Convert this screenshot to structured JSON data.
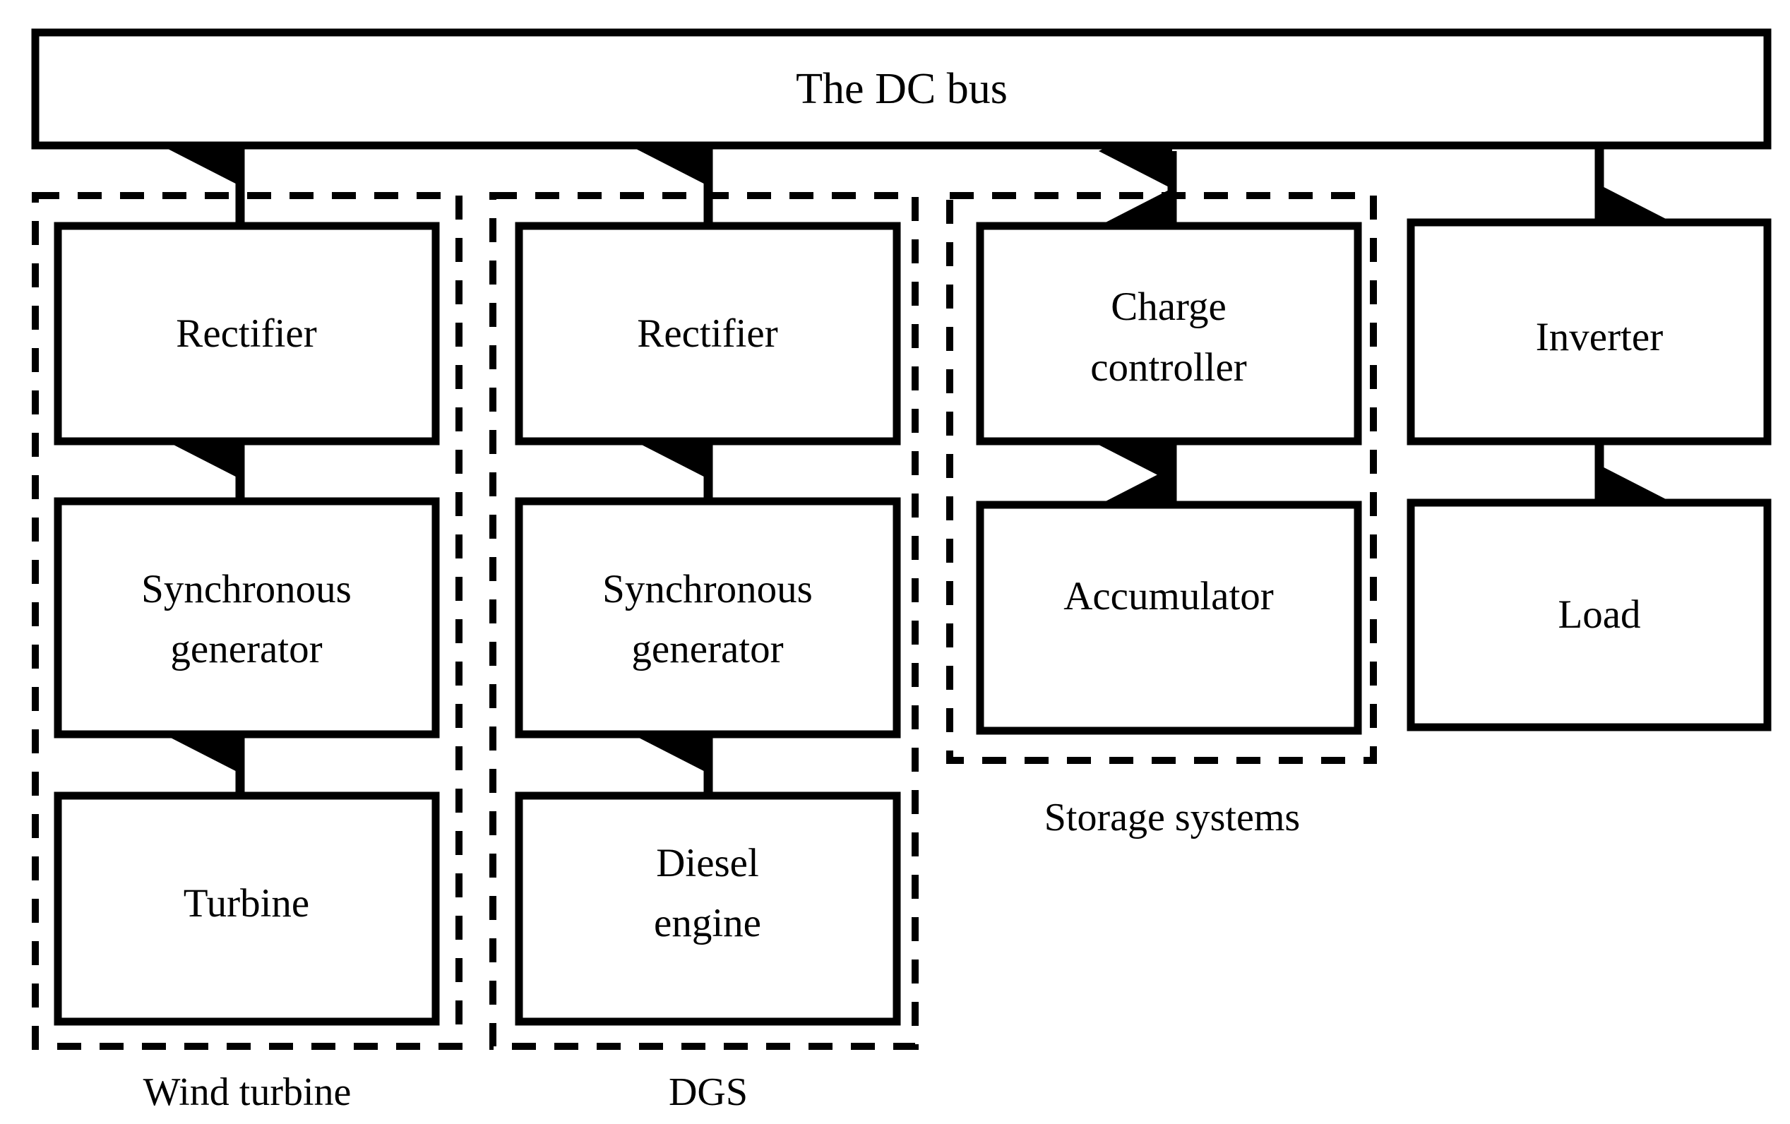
{
  "diagram": {
    "title_box": {
      "label": "The DC bus"
    },
    "blocks": [
      {
        "id": "rectifier-wind",
        "label": "Rectifier"
      },
      {
        "id": "sync-gen-wind",
        "label_line1": "Synchronous",
        "label_line2": "generator"
      },
      {
        "id": "turbine",
        "label": "Turbine"
      },
      {
        "id": "rectifier-dgs",
        "label": "Rectifier"
      },
      {
        "id": "sync-gen-dgs",
        "label_line1": "Synchronous",
        "label_line2": "generator"
      },
      {
        "id": "diesel-engine",
        "label_line1": "Diesel",
        "label_line2": "engine"
      },
      {
        "id": "charge-controller",
        "label_line1": "Charge",
        "label_line2": "controller"
      },
      {
        "id": "accumulator",
        "label": "Accumulator"
      },
      {
        "id": "inverter",
        "label": "Inverter"
      },
      {
        "id": "load",
        "label": "Load"
      }
    ],
    "group_labels": [
      {
        "id": "wind-turbine-group",
        "label": "Wind turbine"
      },
      {
        "id": "dgs-group",
        "label": "DGS"
      },
      {
        "id": "storage-systems-group",
        "label": "Storage systems"
      }
    ],
    "colors": {
      "stroke": "#000000",
      "fill": "#ffffff",
      "background": "#ffffff"
    }
  }
}
